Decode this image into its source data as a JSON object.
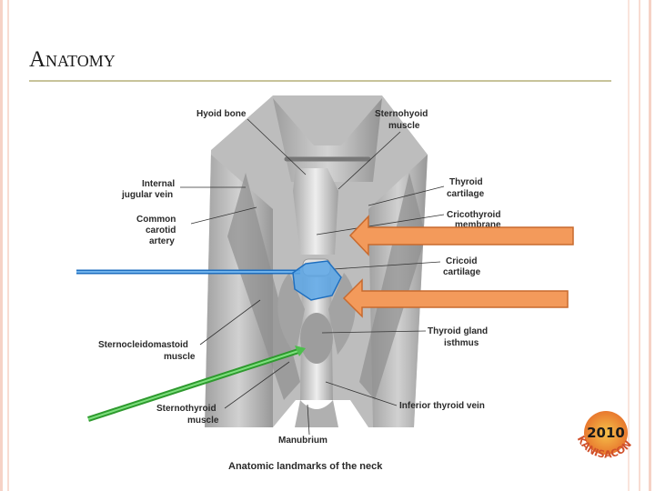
{
  "slide": {
    "title": "Anatomy"
  },
  "figure": {
    "labels": {
      "hyoid_bone": "Hyoid bone",
      "sternohyoid_1": "Sternohyoid",
      "sternohyoid_2": "muscle",
      "internal_jugular_1": "Internal",
      "internal_jugular_2": "jugular vein",
      "thyroid_cartilage_1": "Thyroid",
      "thyroid_cartilage_2": "cartilage",
      "cricothyroid_1": "Cricothyroid",
      "cricothyroid_2": "membrane",
      "common_carotid_1": "Common",
      "common_carotid_2": "carotid",
      "common_carotid_3": "artery",
      "cricoid_1": "Cricoid",
      "cricoid_2": "cartilage",
      "thyroid_isthmus_1": "Thyroid gland",
      "thyroid_isthmus_2": "isthmus",
      "scm_1": "Sternocleidomastoid",
      "scm_2": "muscle",
      "sternothyroid_1": "Sternothyroid",
      "sternothyroid_2": "muscle",
      "inferior_thyroid_vein": "Inferior thyroid vein",
      "manubrium": "Manubrium"
    },
    "caption": "Anatomic landmarks of the neck"
  },
  "badge": {
    "year": "2010",
    "arc_text": "KANISACON"
  },
  "colors": {
    "orange_arrow": "#f39a5b",
    "blue_arrow": "#3d8fd6",
    "green_arrow": "#4cbf4c",
    "badge_orange": "#e8782e"
  }
}
